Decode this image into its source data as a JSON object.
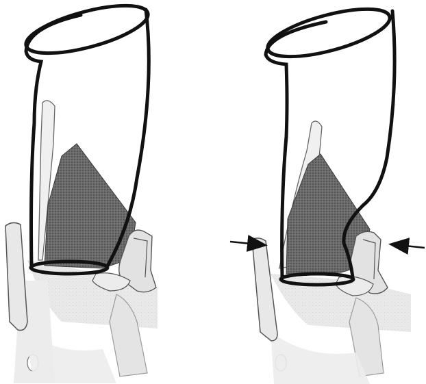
{
  "figure": {
    "panels": [
      {
        "id": "left",
        "variant": "uncompressed"
      },
      {
        "id": "right",
        "variant": "compressed",
        "arrows": [
          "compression-arrow-left",
          "compression-arrow-right"
        ]
      }
    ],
    "colors": {
      "outline": "#111111",
      "dark_fill": "#5e5e5e",
      "light_fill": "#e6e6e6",
      "mid_fill": "#c9c9c9",
      "paper": "#ffffff"
    }
  }
}
